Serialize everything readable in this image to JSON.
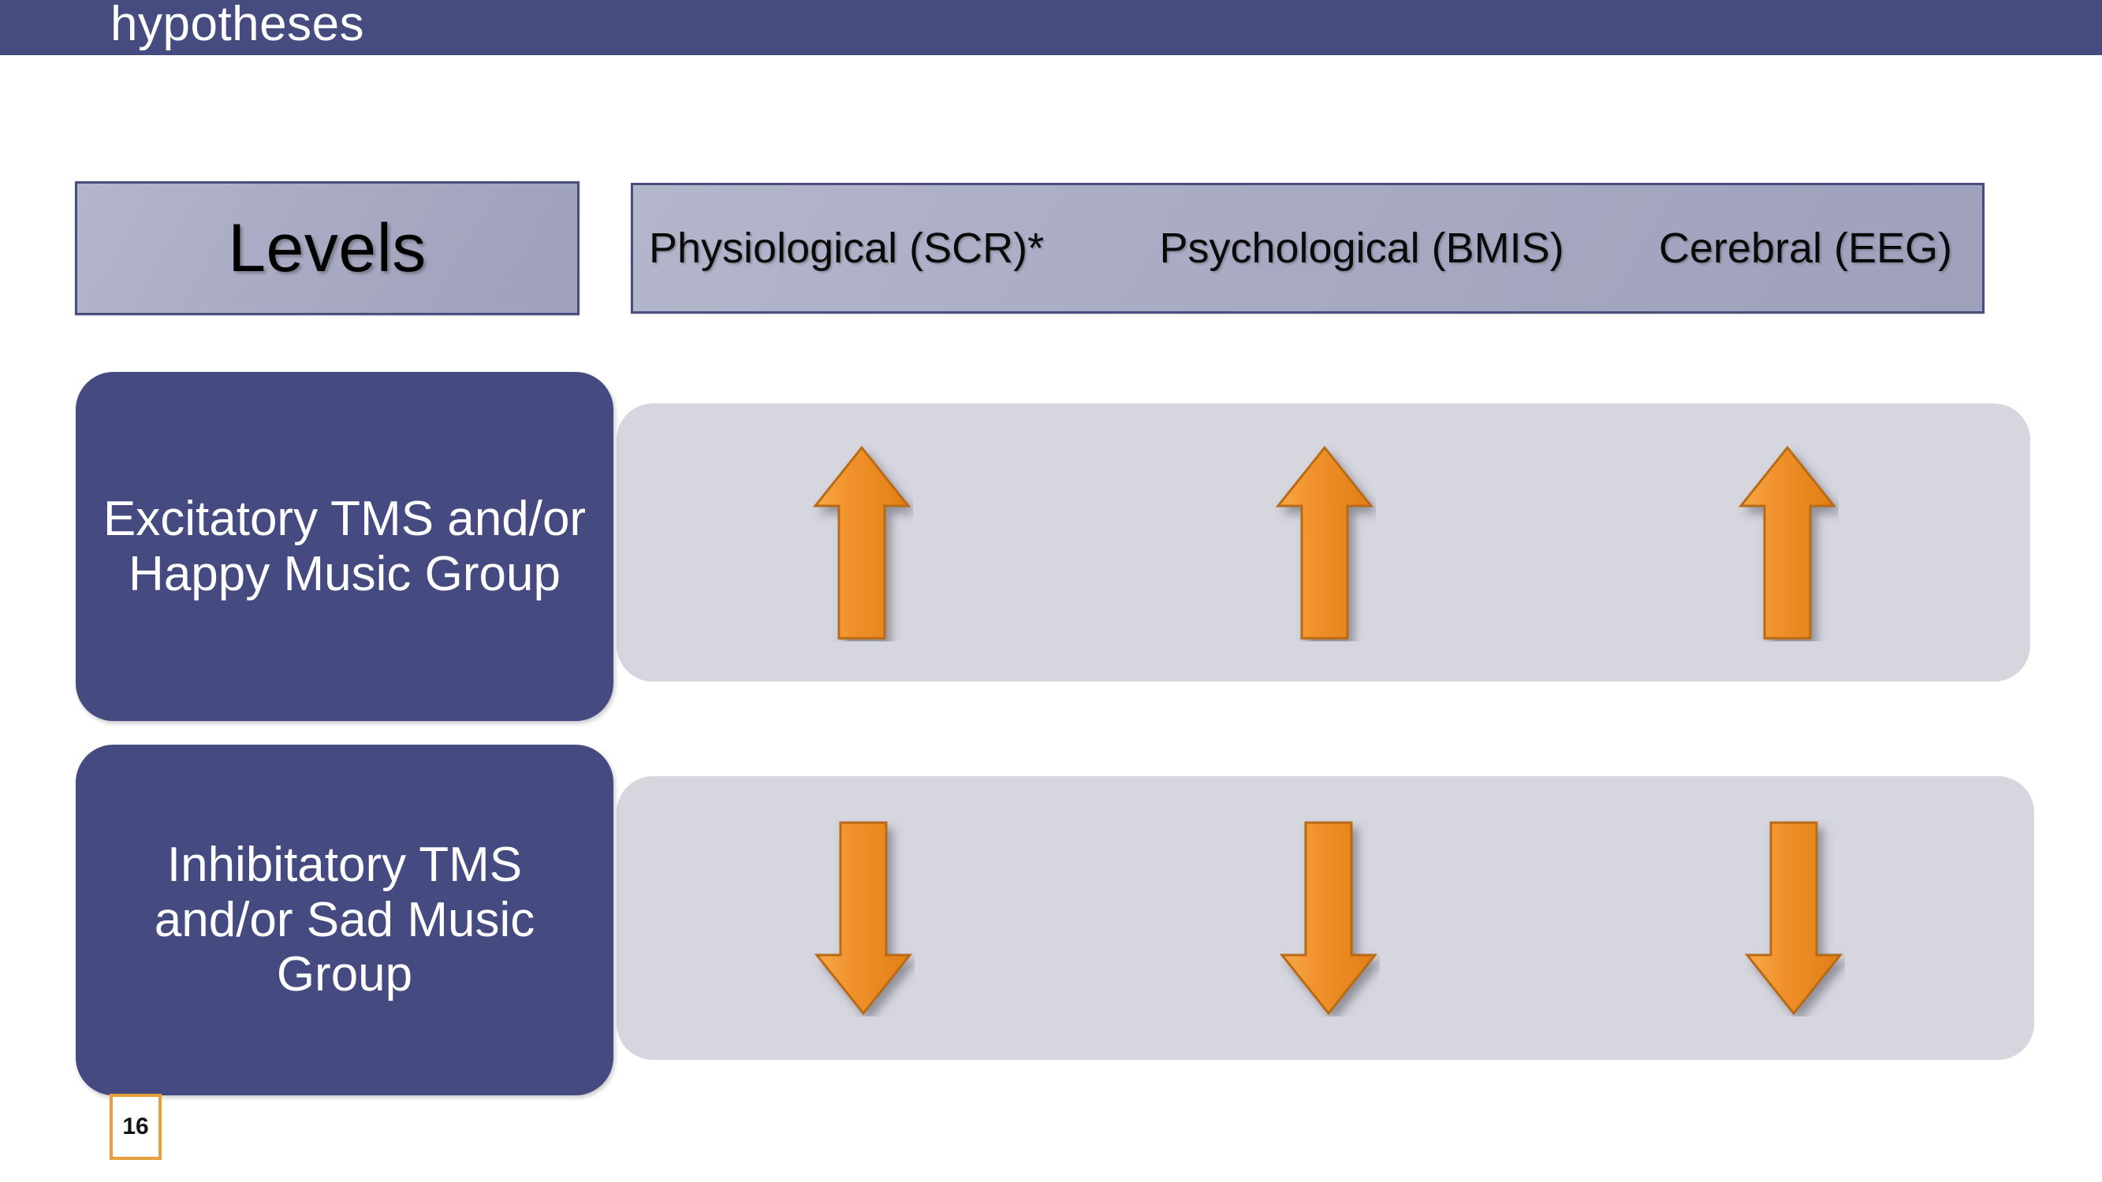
{
  "slide": {
    "title": "hypotheses",
    "page_number": "16",
    "colors": {
      "header_band": "#474C80",
      "group_box": "#454A80",
      "row_band": "#D5D6DE",
      "header_cell_border": "#4A4E7C",
      "arrow": "#F0912B",
      "arrow_stroke": "#B96A15",
      "page_badge_border": "#E5A03B"
    }
  },
  "matrix": {
    "corner_label": "Levels",
    "columns": [
      {
        "label": "Physiological (SCR)*"
      },
      {
        "label": "Psychological (BMIS)"
      },
      {
        "label": "Cerebral (EEG)"
      }
    ],
    "rows": [
      {
        "label": "Excitatory TMS and/or Happy Music Group",
        "cells": [
          {
            "icon": "arrow-up-icon",
            "direction": "up"
          },
          {
            "icon": "arrow-up-icon",
            "direction": "up"
          },
          {
            "icon": "arrow-up-icon",
            "direction": "up"
          }
        ]
      },
      {
        "label": "Inhibitatory TMS and/or Sad Music Group",
        "cells": [
          {
            "icon": "arrow-down-icon",
            "direction": "down"
          },
          {
            "icon": "arrow-down-icon",
            "direction": "down"
          },
          {
            "icon": "arrow-down-icon",
            "direction": "down"
          }
        ]
      }
    ]
  }
}
